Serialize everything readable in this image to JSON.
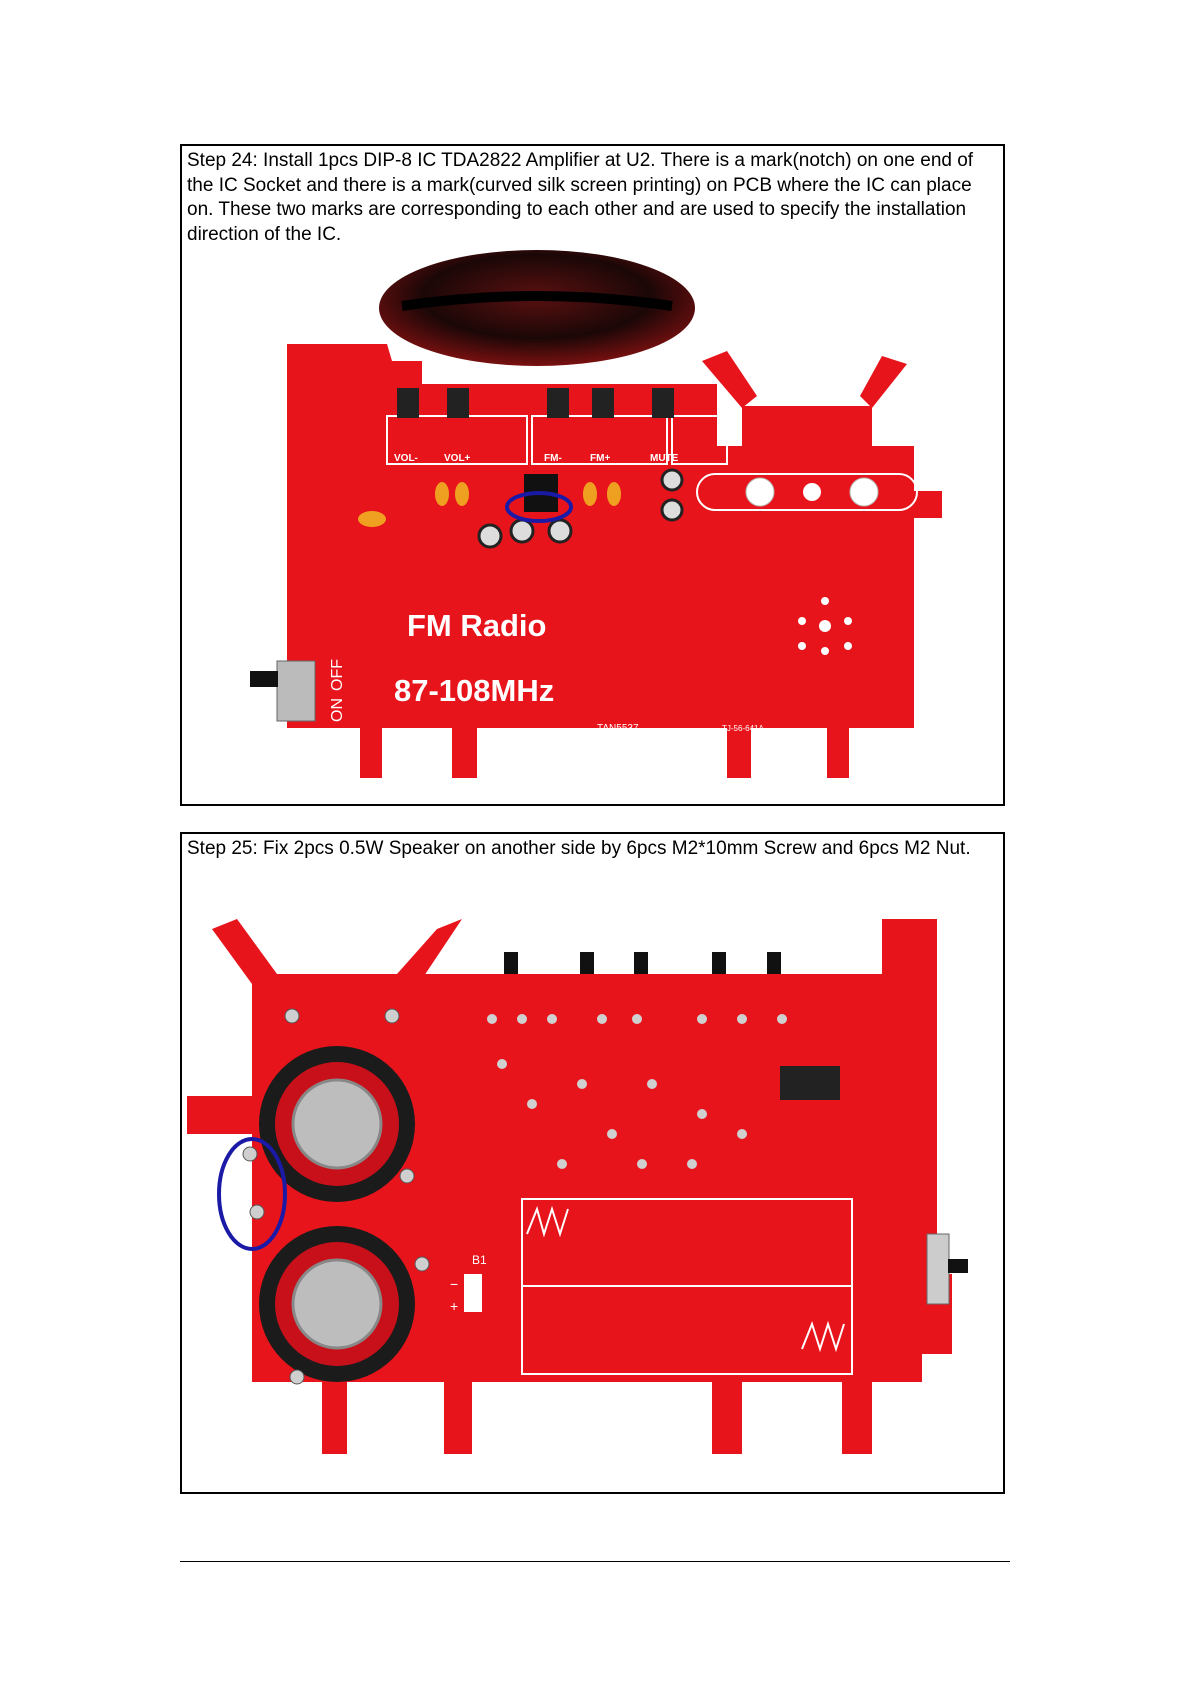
{
  "step24": {
    "text": "Step 24: Install 1pcs DIP-8 IC TDA2822 Amplifier at U2. There is a mark(notch) on one end of the IC Socket and there is a mark(curved silk screen printing) on PCB where the IC can place on. These two marks are corresponding to each other and are used to specify the installation direction of the IC.",
    "pcb": {
      "title": "FM Radio",
      "band": "87-108MHz",
      "buttons": [
        "VOL-",
        "VOL+",
        "FM-",
        "FM+",
        "MUTE"
      ],
      "switch_on": "ON",
      "switch_off": "OFF",
      "code1": "TAN5537",
      "code2": "TJ-56-641A"
    }
  },
  "step25": {
    "text": "Step 25: Fix 2pcs 0.5W Speaker on another side by 6pcs M2*10mm Screw and 6pcs M2 Nut.",
    "pcb": {
      "label_b1": "B1",
      "label_minus": "−",
      "label_plus": "+"
    }
  },
  "colors": {
    "pcb_red": "#e8141c",
    "highlight_blue": "#1a1aa6"
  }
}
